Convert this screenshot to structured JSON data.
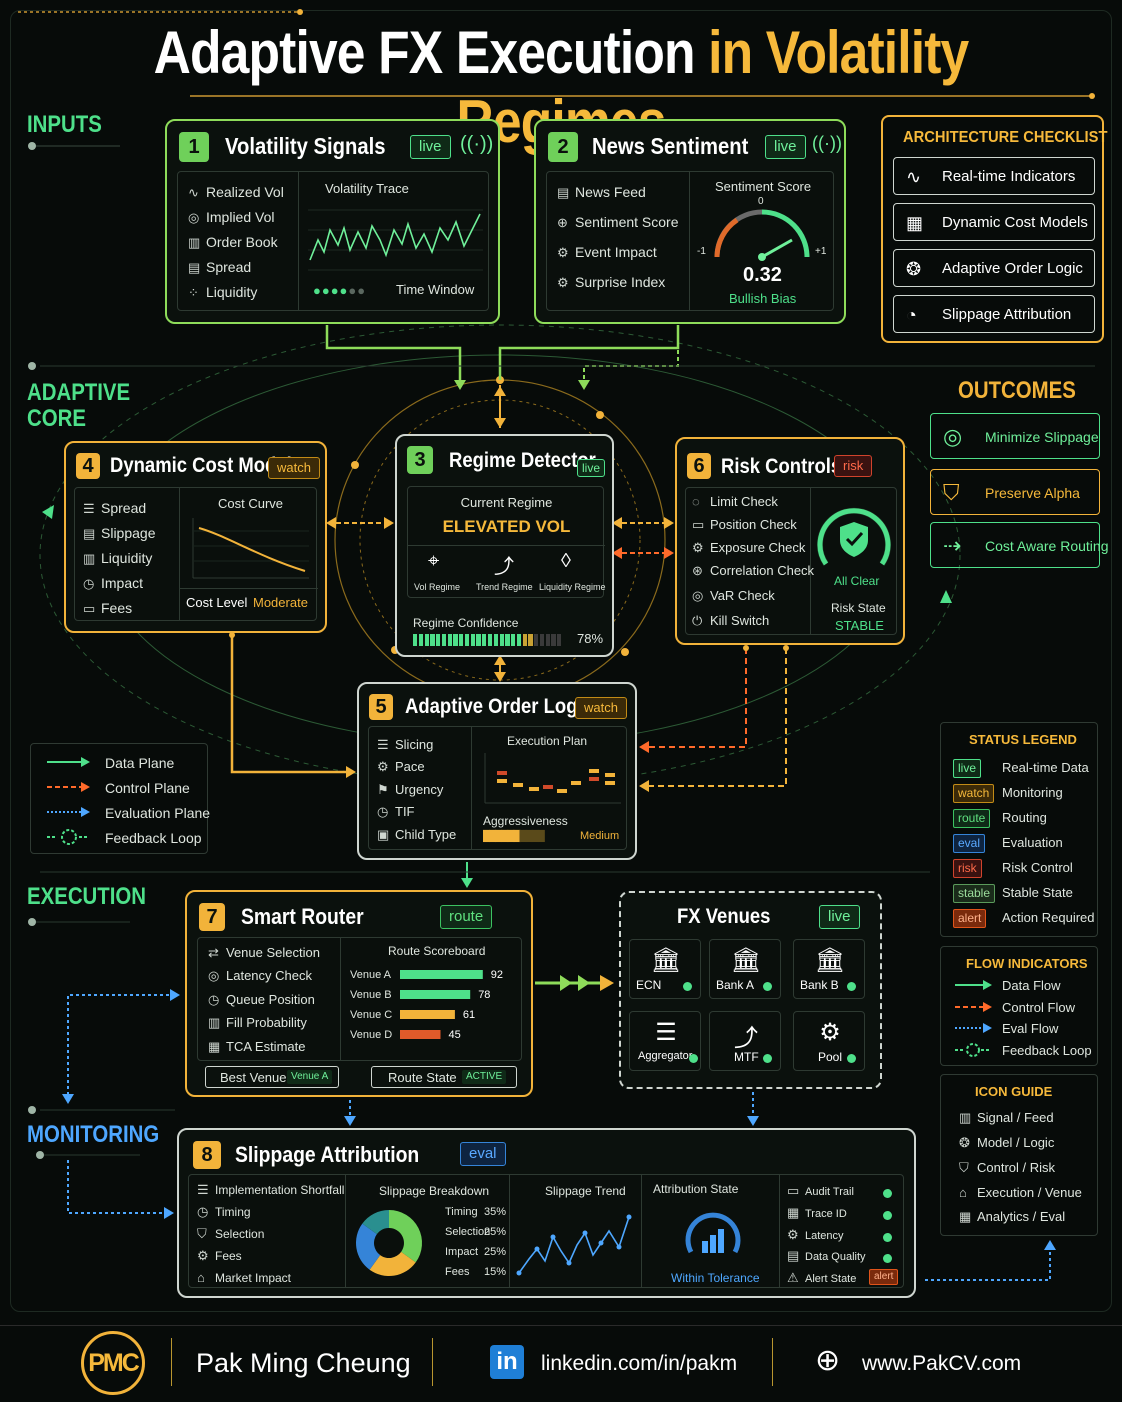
{
  "title": {
    "main": "Adaptive FX Execution",
    "highlight": "in Volatility Regimes"
  },
  "sections": {
    "inputs": "INPUTS",
    "core": "ADAPTIVE CORE",
    "execution": "EXECUTION",
    "monitoring": "MONITORING",
    "outcomes": "OUTCOMES"
  },
  "card1": {
    "num": "1",
    "title": "Volatility Signals",
    "tag": "live",
    "items": [
      "Realized Vol",
      "Implied Vol",
      "Order Book",
      "Spread",
      "Liquidity"
    ],
    "panel_title": "Volatility Trace",
    "footer": "Time Window"
  },
  "card2": {
    "num": "2",
    "title": "News Sentiment",
    "tag": "live",
    "items": [
      "News Feed",
      "Sentiment Score",
      "Event Impact",
      "Surprise Index"
    ],
    "panel_title": "Sentiment Score",
    "gauge_top": "0",
    "gauge_left": "-1",
    "gauge_right": "+1",
    "value": "0.32",
    "bias": "Bullish Bias"
  },
  "checklist": {
    "title": "ARCHITECTURE CHECKLIST",
    "items": [
      "Real-time Indicators",
      "Dynamic Cost Models",
      "Adaptive Order Logic",
      "Slippage Attribution"
    ]
  },
  "card3": {
    "num": "3",
    "title": "Regime Detector",
    "tag": "live",
    "current_label": "Current Regime",
    "regime": "ELEVATED VOL",
    "icons": [
      "Vol Regime",
      "Trend Regime",
      "Liquidity Regime"
    ],
    "conf_label": "Regime Confidence",
    "conf_value": "78%",
    "confidence": 0.78
  },
  "card4": {
    "num": "4",
    "title": "Dynamic Cost Model",
    "tag": "watch",
    "items": [
      "Spread",
      "Slippage",
      "Liquidity",
      "Impact",
      "Fees"
    ],
    "panel_title": "Cost Curve",
    "level_label": "Cost Level",
    "level_value": "Moderate"
  },
  "card6": {
    "num": "6",
    "title": "Risk Controls",
    "tag": "risk",
    "items": [
      "Limit Check",
      "Position Check",
      "Exposure Check",
      "Correlation Check",
      "VaR Check",
      "Kill Switch"
    ],
    "shield_label": "All Clear",
    "state_label": "Risk State",
    "state_value": "STABLE"
  },
  "card5": {
    "num": "5",
    "title": "Adaptive Order Logic",
    "tag": "watch",
    "items": [
      "Slicing",
      "Pace",
      "Urgency",
      "TIF",
      "Child Type"
    ],
    "panel_title": "Execution Plan",
    "aggr_label": "Aggressiveness",
    "aggr_value": "Medium"
  },
  "flow_legend": {
    "items": [
      "Data Plane",
      "Control Plane",
      "Evaluation Plane",
      "Feedback Loop"
    ]
  },
  "outcomes": [
    "Minimize Slippage",
    "Preserve Alpha",
    "Cost Aware Routing"
  ],
  "status_legend": {
    "title": "STATUS LEGEND",
    "items": [
      {
        "badge": "live",
        "label": "Real-time Data"
      },
      {
        "badge": "watch",
        "label": "Monitoring"
      },
      {
        "badge": "route",
        "label": "Routing"
      },
      {
        "badge": "eval",
        "label": "Evaluation"
      },
      {
        "badge": "risk",
        "label": "Risk Control"
      },
      {
        "badge": "stable",
        "label": "Stable State"
      },
      {
        "badge": "alert",
        "label": "Action Required"
      }
    ]
  },
  "flow_indicators": {
    "title": "FLOW INDICATORS",
    "items": [
      "Data Flow",
      "Control Flow",
      "Eval Flow",
      "Feedback Loop"
    ]
  },
  "icon_guide": {
    "title": "ICON GUIDE",
    "items": [
      "Signal / Feed",
      "Model / Logic",
      "Control / Risk",
      "Execution / Venue",
      "Analytics / Eval"
    ]
  },
  "card7": {
    "num": "7",
    "title": "Smart Router",
    "tag": "route",
    "items": [
      "Venue Selection",
      "Latency Check",
      "Queue Position",
      "Fill Probability",
      "TCA Estimate"
    ],
    "panel_title": "Route Scoreboard",
    "best_label": "Best Venue",
    "best_value": "Venue A",
    "state_label": "Route State",
    "state_value": "ACTIVE"
  },
  "venues": {
    "title": "FX Venues",
    "tag": "live",
    "items": [
      "ECN",
      "Bank A",
      "Bank B",
      "Aggregator",
      "MTF",
      "Pool"
    ]
  },
  "card8": {
    "num": "8",
    "title": "Slippage Attribution",
    "tag": "eval",
    "items": [
      "Implementation Shortfall",
      "Timing",
      "Selection",
      "Fees",
      "Market Impact"
    ],
    "breakdown_title": "Slippage Breakdown",
    "trend_title": "Slippage Trend",
    "state_title": "Attribution State",
    "state_value": "Within Tolerance",
    "status_items": [
      "Audit Trail",
      "Trace ID",
      "Latency",
      "Data Quality",
      "Alert State"
    ],
    "alert": "alert"
  },
  "footer": {
    "logo": "PMC",
    "name": "Pak Ming Cheung",
    "linkedin": "linkedin.com/in/pakm",
    "site": "www.PakCV.com"
  },
  "chart_data": {
    "type": "bar",
    "title": "Route Scoreboard",
    "categories": [
      "Venue A",
      "Venue B",
      "Venue C",
      "Venue D"
    ],
    "values": [
      92,
      78,
      61,
      45
    ],
    "ylim": [
      0,
      100
    ],
    "breakdown": {
      "type": "pie",
      "title": "Slippage Breakdown",
      "categories": [
        "Timing",
        "Selection",
        "Impact",
        "Fees"
      ],
      "values": [
        35,
        25,
        25,
        15
      ],
      "labels": [
        "35%",
        "25%",
        "25%",
        "15%"
      ],
      "colors": [
        "#6fd05a",
        "#f2b33a",
        "#3584d8",
        "#2a8f8f"
      ]
    }
  }
}
